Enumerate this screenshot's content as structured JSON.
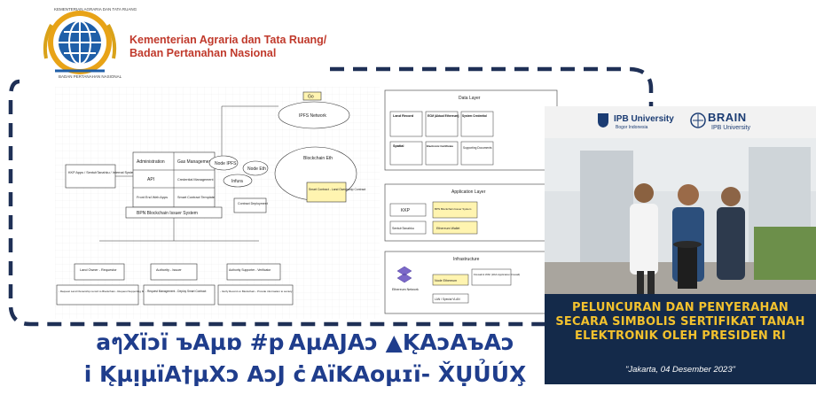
{
  "header": {
    "org_line1": "Kementerian Agraria dan Tata Ruang/",
    "org_line2": "Badan Pertanahan Nasional",
    "logo_ring_text_top": "KEMENTERIAN AGRARIA DAN TATA RUANG",
    "logo_ring_text_bottom": "BADAN PERTANAHAN NASIONAL"
  },
  "diagram": {
    "storage": "Go",
    "ipfs": "IPFS Network",
    "kkp": "KKP Apps / SentuhTanahku / Internal System",
    "admin": "Administration",
    "gas": "Gas Management",
    "api": "API",
    "cred": "Credential Management",
    "frontend": "Front End Web Apps",
    "template": "Smart Contract Template",
    "issuer": "BPN Blockchain Issuer System",
    "node_ipfs": "Node IPFS",
    "node_eth": "Node Eth",
    "infura": "Infura",
    "contract_deploy": "Contract Deployment",
    "blockchain": "Blockchain Eth",
    "smart_contract": "Smart Contract - Land Ownership Contract",
    "land_owner": "Land Owner - Requestor",
    "authority": "Authority - Issuer",
    "supporter": "Authority Supporter - Verificator",
    "owner_tasks": "- Request Land Ownership record to Blockchain - Request Supporting Media/files to IPFS",
    "authority_tasks": "- Request Management - Deploy Smart Contract",
    "supporter_tasks": "- Verify Record on Blockchain - Provide information to society",
    "data_layer": "Data Layer",
    "land_record": "Land Record",
    "ecm": "ECM (Aktual Ethereum)",
    "system_credential": "System Credential",
    "spatial": "Spatial",
    "e_cert": "Electronic Certificate",
    "supporting_docs": "Supporting Documents",
    "app_layer": "Application Layer",
    "kkp_short": "KKP",
    "bpn_issuer": "BPN Blockchain Issuer System",
    "sentuh": "SentuhTanahku",
    "eth_wallet": "Ethereum Wallet",
    "infrastructure": "Infrastructure",
    "eth_network": "Ethereum Network",
    "node_ethereum": "Node Ethereum",
    "firewall": "Firewall & WAF (Web Application Firewall)",
    "lan": "LAN / Special VLAN"
  },
  "card": {
    "ipb": "IPB University",
    "ipb_sub": "Bogor Indonesia",
    "brain": "BRAIN",
    "brain_sub": "IPB University",
    "title_line1": "PELUNCURAN DAN PENYERAHAN",
    "title_line2": "SECARA SIMBOLIS SERTIFIKAT TANAH",
    "title_line3": "ELEKTRONIK OLEH PRESIDEN RI",
    "date": "\"Jakarta, 04 Desember 2023\""
  },
  "headline": {
    "line1": "aๆXïɔï ъAµɒ #p AµAJAɔ ▲K̨AɔAъAɔ",
    "line2": "i K̨µᴉµïA†µXɔ AɔJ ċ AïKAoµɪï- X̌ỤỦÚX̧"
  },
  "colors": {
    "headline": "#1f3d8c",
    "org_text": "#c0392b",
    "frame": "#1f3056",
    "card_bg": "#142a4a",
    "card_title": "#f2c12e"
  }
}
